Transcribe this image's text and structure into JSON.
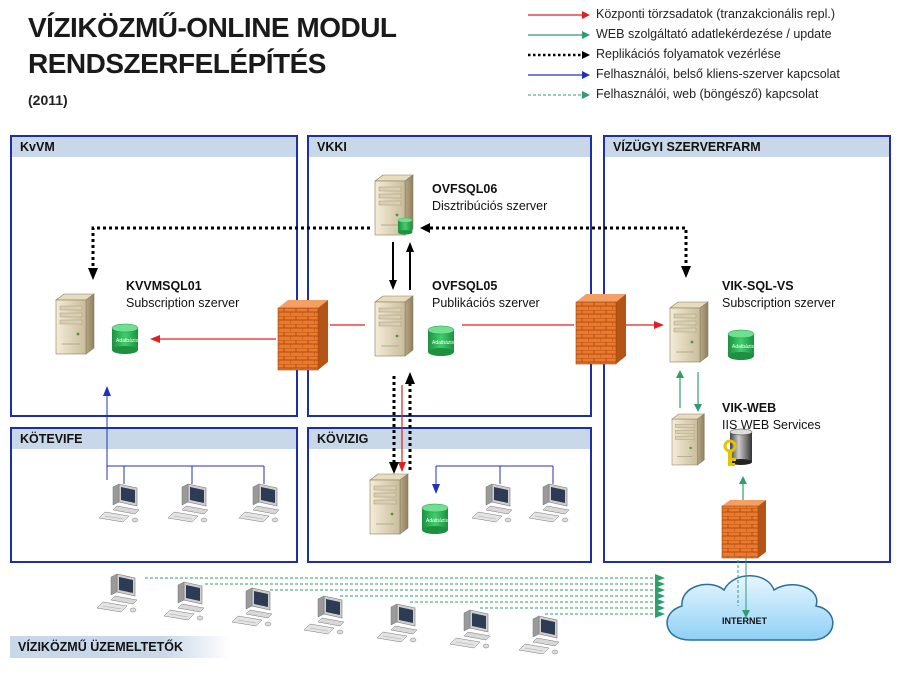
{
  "title": {
    "line1": "VÍZIKÖZMŰ-ONLINE MODUL",
    "line2": "RENDSZERFELÉPÍTÉS",
    "year": "(2011)"
  },
  "legend": [
    {
      "label": "Központi törzsadatok (tranzakcionális repl.)",
      "color": "#e02020",
      "style": "solid"
    },
    {
      "label": "WEB szolgáltató adatlekérdezése / update",
      "color": "#2e9e6e",
      "style": "solid"
    },
    {
      "label": "Replikációs folyamatok vezérlése",
      "color": "#000000",
      "style": "dotted"
    },
    {
      "label": "Felhasználói, belső kliens-szerver kapcsolat",
      "color": "#2030c0",
      "style": "solid"
    },
    {
      "label": "Felhasználói, web (böngésző) kapcsolat",
      "color": "#2e9e6e",
      "style": "dashed"
    }
  ],
  "zones": {
    "kvvm": "KvVM",
    "vkki": "VKKI",
    "farm": "VÍZÜGYI SZERVERFARM",
    "kotevife": "KÖTEVIFE",
    "kovizig": "KÖVIZIG"
  },
  "servers": {
    "ovfsql06": {
      "name": "OVFSQL06",
      "role": "Disztribúciós szerver"
    },
    "kvvmsql01": {
      "name": "KVVMSQL01",
      "role": "Subscription szerver"
    },
    "ovfsql05": {
      "name": "OVFSQL05",
      "role": "Publikációs szerver"
    },
    "viksqlvs": {
      "name": "VIK-SQL-VS",
      "role": "Subscription szerver"
    },
    "vikweb": {
      "name": "VIK-WEB",
      "role": "IIS WEB Services"
    }
  },
  "database_label": "Adatbázis",
  "internet_label": "INTERNET",
  "operators_label": "VÍZIKÖZMŰ ÜZEMELTETŐK",
  "colors": {
    "zone_border": "#1d2fa8",
    "zone_header": "#c9d8e8",
    "red": "#e02020",
    "green": "#2e9e6e",
    "blue": "#2030c0",
    "firewall": "#e8762a",
    "database": "#2db055"
  },
  "icons": [
    "server-icon",
    "database-icon",
    "firewall-icon",
    "workstation-icon",
    "cloud-icon",
    "key-icon"
  ]
}
